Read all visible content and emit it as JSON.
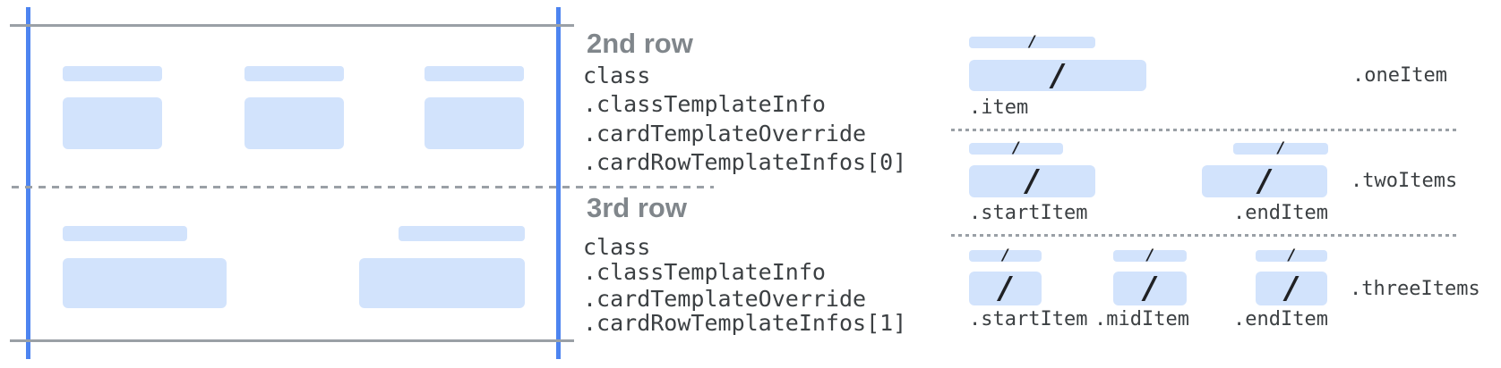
{
  "glyphs": {
    "slash": "/"
  },
  "colors": {
    "placeholder_fill": "#d2e3fc",
    "edge_guide_blue": "#4d84f0",
    "line_gray": "#9aa0a6",
    "heading_gray": "#80868b",
    "code_gray": "#3c4043",
    "slash_black": "#202124"
  },
  "row_annotations": [
    {
      "title": "2nd row",
      "code_lines": [
        "class",
        ".classTemplateInfo",
        ".cardTemplateOverride",
        ".cardRowTemplateInfos[0]"
      ]
    },
    {
      "title": "3rd row",
      "code_lines": [
        "class",
        ".classTemplateInfo",
        ".cardTemplateOverride",
        ".cardRowTemplateInfos[1]"
      ]
    }
  ],
  "templates": [
    {
      "group_label": ".oneItem",
      "item_labels": [
        ".item"
      ]
    },
    {
      "group_label": ".twoItems",
      "item_labels": [
        ".startItem",
        ".endItem"
      ]
    },
    {
      "group_label": ".threeItems",
      "item_labels": [
        ".startItem",
        ".midItem",
        ".endItem"
      ]
    }
  ]
}
